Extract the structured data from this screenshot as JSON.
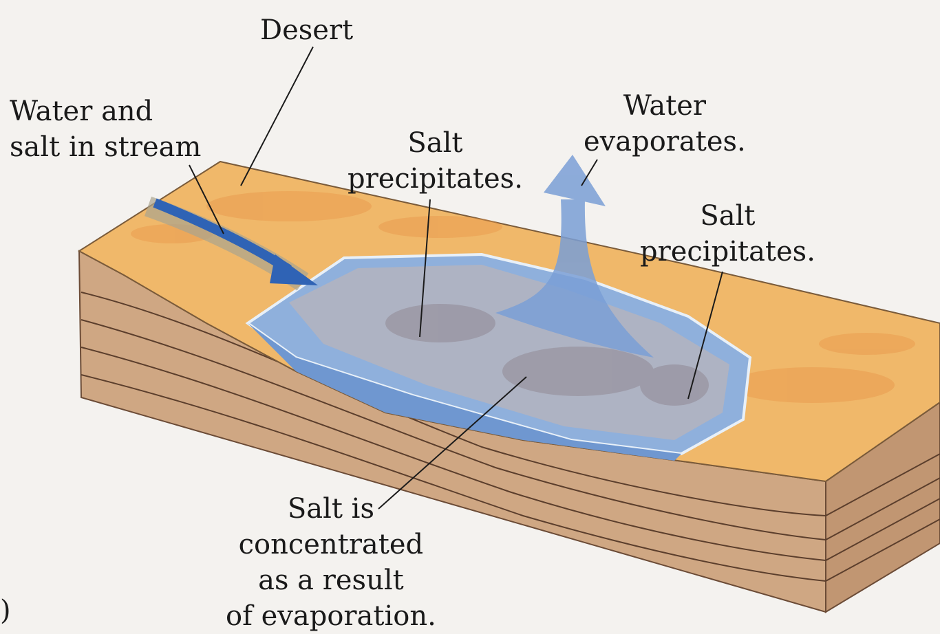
{
  "labels": {
    "desert": "Desert",
    "stream": [
      "Water and",
      "salt in stream"
    ],
    "salt_precip_center": [
      "Salt",
      "precipitates."
    ],
    "water_evap": [
      "Water",
      "evaporates."
    ],
    "salt_precip_right": [
      "Salt",
      "precipitates."
    ],
    "concentrated": [
      "Salt is",
      "concentrated",
      "as a result",
      "of evaporation."
    ],
    "corner_mark": ")"
  },
  "colors": {
    "sand": "#f0b86a",
    "soil_side": "#d8b08a",
    "soil_front": "#caa07e",
    "water": "#7fa2d4",
    "salt_crust": "#b7b3b8",
    "arrow_blue": "#2f63b5",
    "evap_arrow": "#7a9fd6",
    "background": "#f4f2ef"
  }
}
